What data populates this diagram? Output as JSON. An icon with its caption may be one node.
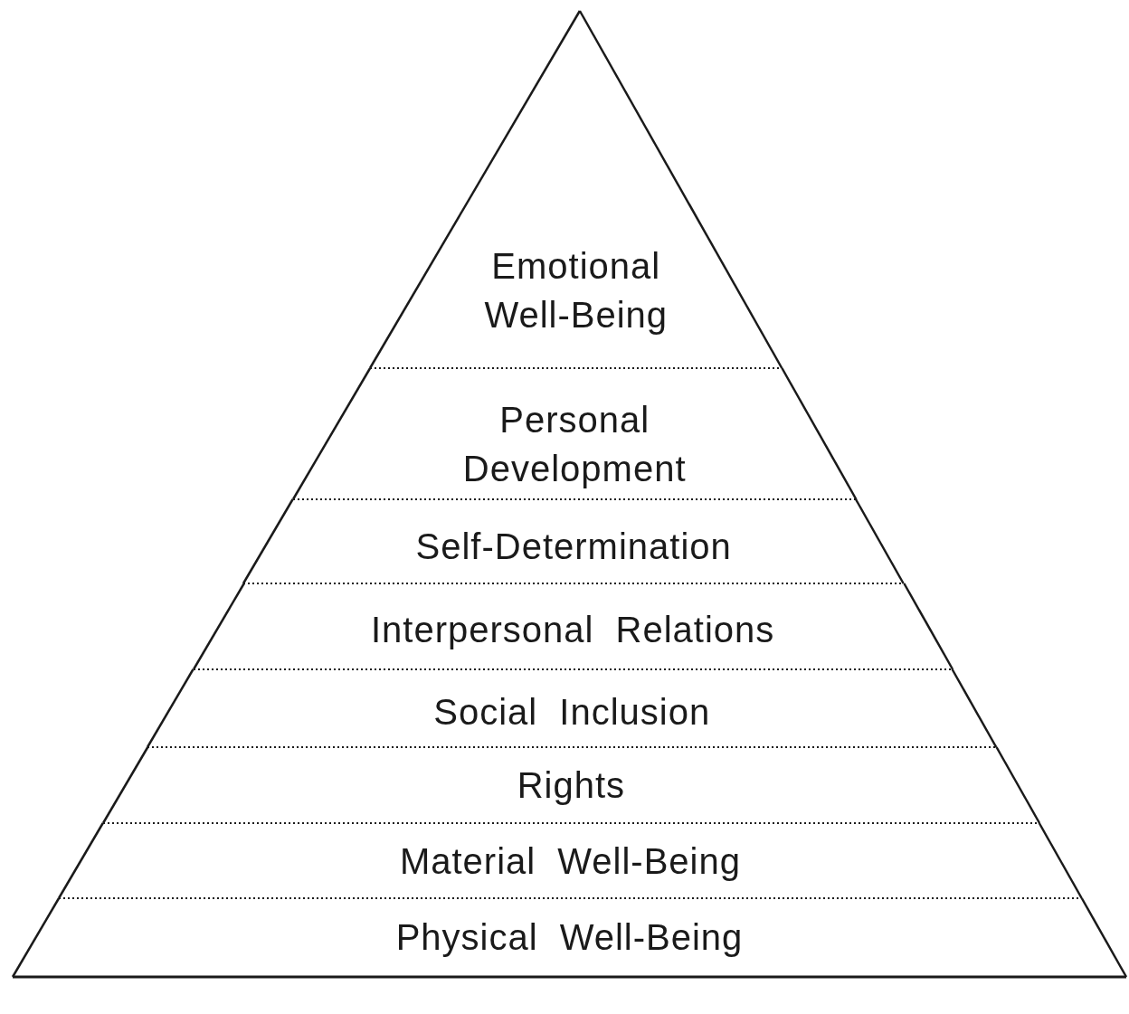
{
  "diagram": {
    "nodes": [
      {
        "text": [
          "Emotional Well-Being"
        ]
      },
      {
        "text": [
          "Personal Development"
        ]
      },
      {
        "text": [
          "Self-Determination"
        ]
      },
      {
        "text": [
          "Interpersonal Relations"
        ]
      },
      {
        "text": [
          "Social Inclusion"
        ]
      },
      {
        "text": [
          "Rights"
        ]
      },
      {
        "text": [
          "Material Well-Being"
        ]
      },
      {
        "text": [
          "Physical Well-Being"
        ]
      }
    ]
  }
}
